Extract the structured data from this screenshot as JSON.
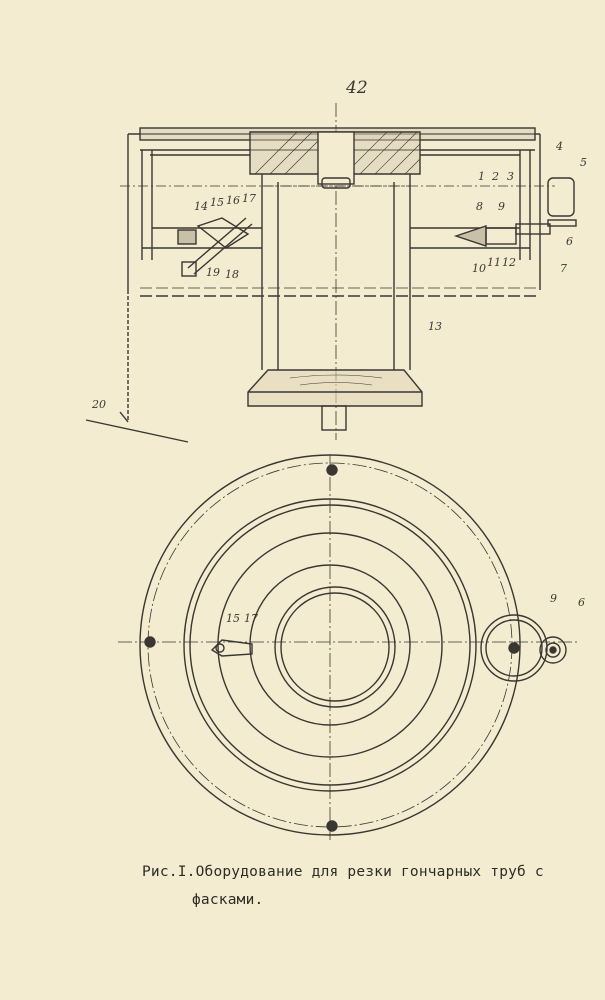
{
  "page": {
    "number": "42"
  },
  "figure": {
    "caption_line1": "Рис.I.Оборудование для резки гончарных труб с",
    "caption_line2": "фасками.",
    "section_labels": [
      "1",
      "2",
      "3",
      "4",
      "5",
      "6",
      "7",
      "8",
      "9",
      "10",
      "11",
      "12",
      "13",
      "14",
      "15",
      "16",
      "17",
      "18",
      "19",
      "20"
    ],
    "plan_labels": [
      "15",
      "17",
      "9",
      "6"
    ]
  },
  "colors": {
    "paper": "#f3ecd0",
    "ink": "#3a3632"
  }
}
